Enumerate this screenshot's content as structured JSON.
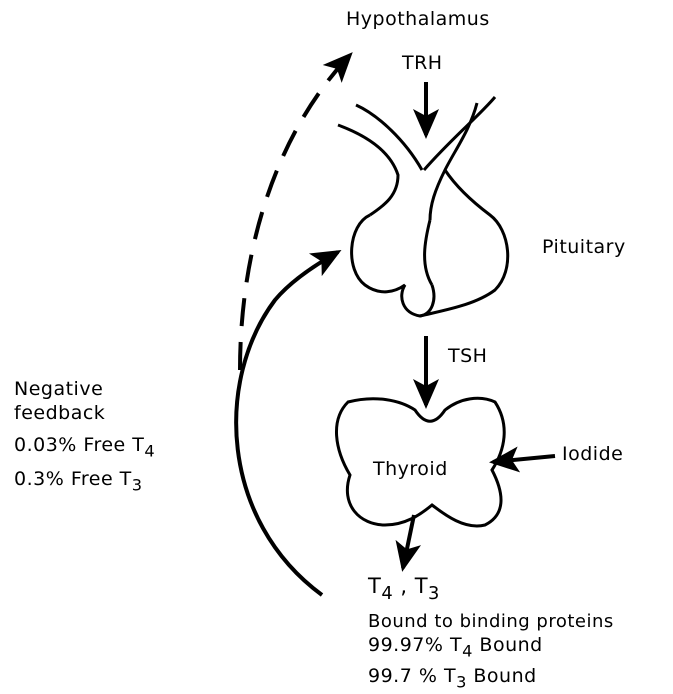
{
  "labels": {
    "hypothalamus": "Hypothalamus",
    "trh": "TRH",
    "pituitary": "Pituitary",
    "tsh": "TSH",
    "thyroid": "Thyroid",
    "iodide": "Iodide",
    "negative_feedback_line1": "Negative",
    "negative_feedback_line2": "feedback"
  },
  "free_hormones": [
    {
      "percent": "0.03%",
      "text": "Free T",
      "subscript": "4"
    },
    {
      "percent": "0.3%",
      "text": "Free T",
      "subscript": "3"
    }
  ],
  "products": {
    "t4_prefix": "T",
    "t4_sub": "4",
    "separator": " , ",
    "t3_prefix": "T",
    "t3_sub": "3"
  },
  "bound": {
    "line1": "Bound to binding proteins",
    "items": [
      {
        "percent": "99.97%",
        "prefix": "T",
        "subscript": "4",
        "suffix": " Bound"
      },
      {
        "percent": "99.7 %",
        "prefix": "T",
        "subscript": "3",
        "suffix": " Bound"
      }
    ]
  },
  "colors": {
    "ink": "#000000",
    "background": "#ffffff"
  }
}
